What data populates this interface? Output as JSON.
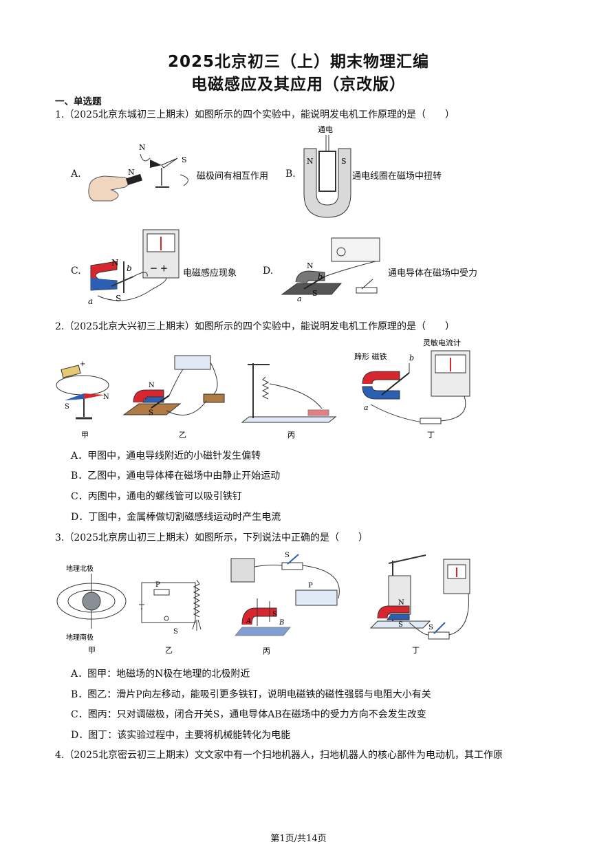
{
  "title_line1": "2025北京初三（上）期末物理汇编",
  "title_line2": "电磁感应及其应用（京改版）",
  "section": "一、单选题",
  "q1": {
    "stem": "1.（2025北京东城初三上期末）如图所示的四个实验中，能说明发电机工作原理的是（　　）",
    "a_letter": "A.",
    "a_caption": "磁极间有相互作用",
    "b_letter": "B.",
    "b_caption": "通电线圈在磁场中扭转",
    "c_letter": "C.",
    "c_caption": "电磁感应现象",
    "d_letter": "D.",
    "d_caption": "通电导体在磁场中受力",
    "fig_a": {
      "n": "N",
      "s": "S",
      "n2": "N"
    },
    "fig_b": {
      "top": "通电",
      "n": "N",
      "s": "S"
    },
    "fig_c": {
      "n": "N",
      "s": "S",
      "a": "a",
      "b": "b"
    },
    "fig_d": {
      "n": "N",
      "s": "S",
      "a": "a",
      "b": "b"
    }
  },
  "q2": {
    "stem": "2.（2025北京大兴初三上期末）如图所示的四个实验中，能说明发电机工作原理的是（　　）",
    "fig_labels": [
      "甲",
      "乙",
      "丙",
      "丁"
    ],
    "fig_text": {
      "hoof": "蹄形\n磁铁",
      "meter": "灵敏电流计",
      "n": "N",
      "s": "S",
      "a": "a",
      "b": "b"
    },
    "options": [
      "A．甲图中，通电导线附近的小磁针发生偏转",
      "B．乙图中，通电导体棒在磁场中由静止开始运动",
      "C．丙图中，通电的螺线管可以吸引铁钉",
      "D．丁图中，金属棒做切割磁感线运动时产生电流"
    ]
  },
  "q3": {
    "stem": "3.（2025北京房山初三上期末）如图所示，下列说法中正确的是（　　）",
    "fig_labels": [
      "甲",
      "乙",
      "丙",
      "丁"
    ],
    "fig_text": {
      "north": "地理北极",
      "south": "地理南极",
      "p": "P",
      "s": "S",
      "a": "A",
      "b": "B",
      "n": "N"
    },
    "options": [
      "A．图甲：地磁场的N极在地理的北极附近",
      "B．图乙：滑片P向左移动，能吸引更多铁钉，说明电磁铁的磁性强弱与电阻大小有关",
      "C．图丙：只对调磁极，闭合开关S，通电导体AB在磁场中的受力方向不会发生改变",
      "D．图丁：该实验过程中，主要将机械能转化为电能"
    ]
  },
  "q4": {
    "stem": "4.（2025北京密云初三上期末）文文家中有一个扫地机器人，扫地机器人的核心部件为电动机，其工作原"
  },
  "footer": "第1页/共14页",
  "colors": {
    "red": "#d8262e",
    "blue": "#2b5fb3",
    "gray": "#8a8f97",
    "wood": "#b07a45"
  }
}
